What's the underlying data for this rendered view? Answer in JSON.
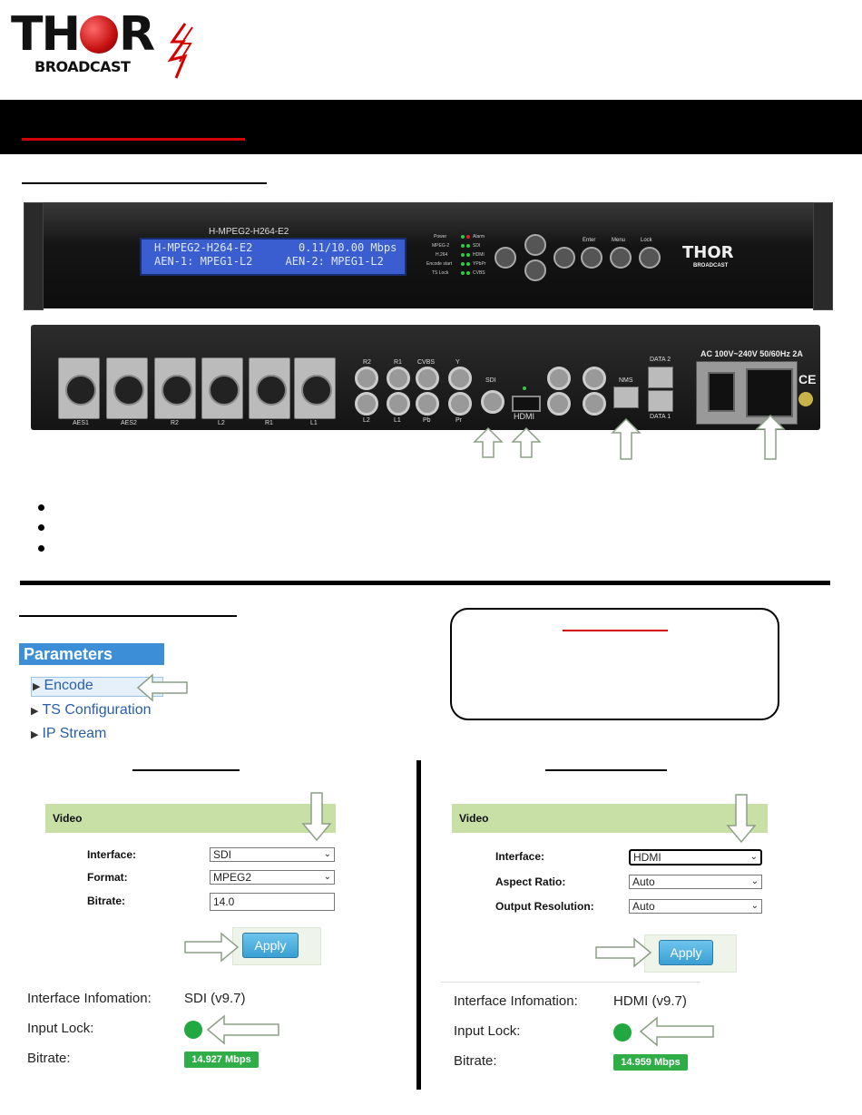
{
  "logo": {
    "main_left": "TH",
    "main_right": "R",
    "sub": "BROADCAST"
  },
  "front_panel": {
    "model": "H-MPEG2-H264-E2",
    "lcd_line1": "H-MPEG2-H264-E2       0.11/10.00 Mbps",
    "lcd_line2": "AEN-1: MPEG1-L2     AEN-2: MPEG1-L2",
    "leds_left": [
      "Power",
      "MPEG-2",
      "H.264",
      "Encode start",
      "TS Lock"
    ],
    "leds_right": [
      "Alarm",
      "SDI",
      "HDMI",
      "YPbPr",
      "CVBS"
    ],
    "buttons": [
      "Enter",
      "Menu",
      "Lock"
    ],
    "brand_main": "THOR",
    "brand_sub": "BROADCAST"
  },
  "rear_panel": {
    "xlr_labels": [
      "AES1",
      "AES2",
      "R2",
      "L2",
      "R1",
      "L1"
    ],
    "bnc_top": [
      "R2",
      "R1",
      "CVBS",
      "Y"
    ],
    "bnc_bottom": [
      "L2",
      "L1",
      "Pb",
      "Pr"
    ],
    "sdi": "SDI",
    "hdmi": "HDMI",
    "nms": "NMS",
    "data2": "DATA 2",
    "data1": "DATA 1",
    "power": "AC 100V~240V 50/60Hz 2A",
    "ce": "CE"
  },
  "menu": {
    "header": "Parameters",
    "items": [
      "Encode",
      "TS Configuration",
      "IP Stream"
    ]
  },
  "left_panel": {
    "section": "Video",
    "fields": [
      {
        "label": "Interface:",
        "value": "SDI"
      },
      {
        "label": "Format:",
        "value": "MPEG2"
      },
      {
        "label": "Bitrate:",
        "value": "14.0"
      }
    ],
    "apply": "Apply",
    "info_label": "Interface Infomation:",
    "info_value": "SDI (v9.7)",
    "lock_label": "Input Lock:",
    "rate_label": "Bitrate:",
    "rate_value": "14.927 Mbps"
  },
  "right_panel": {
    "section": "Video",
    "fields": [
      {
        "label": "Interface:",
        "value": "HDMI"
      },
      {
        "label": "Aspect Ratio:",
        "value": "Auto"
      },
      {
        "label": "Output Resolution:",
        "value": "Auto"
      }
    ],
    "apply": "Apply",
    "info_label": "Interface Infomation:",
    "info_value": "HDMI (v9.7)",
    "lock_label": "Input Lock:",
    "rate_label": "Bitrate:",
    "rate_value": "14.959 Mbps"
  },
  "colors": {
    "header_bar": "#000000",
    "accent_red": "#d40000",
    "menu_blue": "#3c8fd6",
    "video_green": "#c8e0a6",
    "lock_green": "#22a840"
  }
}
